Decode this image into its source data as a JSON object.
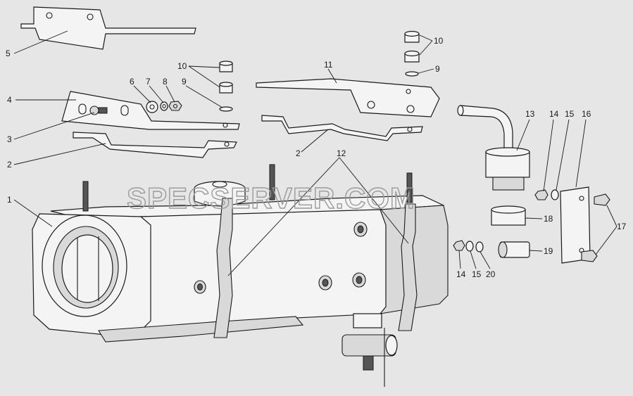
{
  "watermark": "SPECSERVER.COM",
  "callouts": [
    {
      "id": "c1",
      "text": "1"
    },
    {
      "id": "c2a",
      "text": "2"
    },
    {
      "id": "c2b",
      "text": "2"
    },
    {
      "id": "c3",
      "text": "3"
    },
    {
      "id": "c4",
      "text": "4"
    },
    {
      "id": "c5",
      "text": "5"
    },
    {
      "id": "c6",
      "text": "6"
    },
    {
      "id": "c7",
      "text": "7"
    },
    {
      "id": "c8",
      "text": "8"
    },
    {
      "id": "c9a",
      "text": "9"
    },
    {
      "id": "c9b",
      "text": "9"
    },
    {
      "id": "c10a",
      "text": "10"
    },
    {
      "id": "c10b",
      "text": "10"
    },
    {
      "id": "c11",
      "text": "11"
    },
    {
      "id": "c12",
      "text": "12"
    },
    {
      "id": "c13",
      "text": "13"
    },
    {
      "id": "c14a",
      "text": "14"
    },
    {
      "id": "c14b",
      "text": "14"
    },
    {
      "id": "c15a",
      "text": "15"
    },
    {
      "id": "c15b",
      "text": "15"
    },
    {
      "id": "c16",
      "text": "16"
    },
    {
      "id": "c17",
      "text": "17"
    },
    {
      "id": "c18",
      "text": "18"
    },
    {
      "id": "c19",
      "text": "19"
    },
    {
      "id": "c20",
      "text": "20"
    }
  ]
}
